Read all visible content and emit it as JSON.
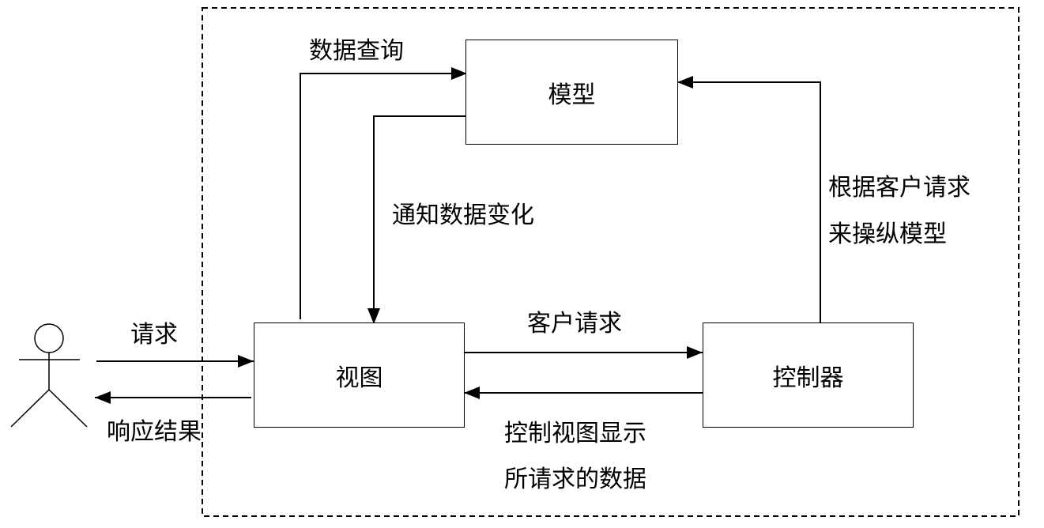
{
  "boxes": {
    "model": "模型",
    "view": "视图",
    "controller": "控制器"
  },
  "labels": {
    "data_query": "数据查询",
    "notify_change": "通知数据变化",
    "manipulate_model_line1": "根据客户请求",
    "manipulate_model_line2": "来操纵模型",
    "client_request": "客户请求",
    "control_view_line1": "控制视图显示",
    "control_view_line2": "所请求的数据",
    "request": "请求",
    "response": "响应结果"
  }
}
